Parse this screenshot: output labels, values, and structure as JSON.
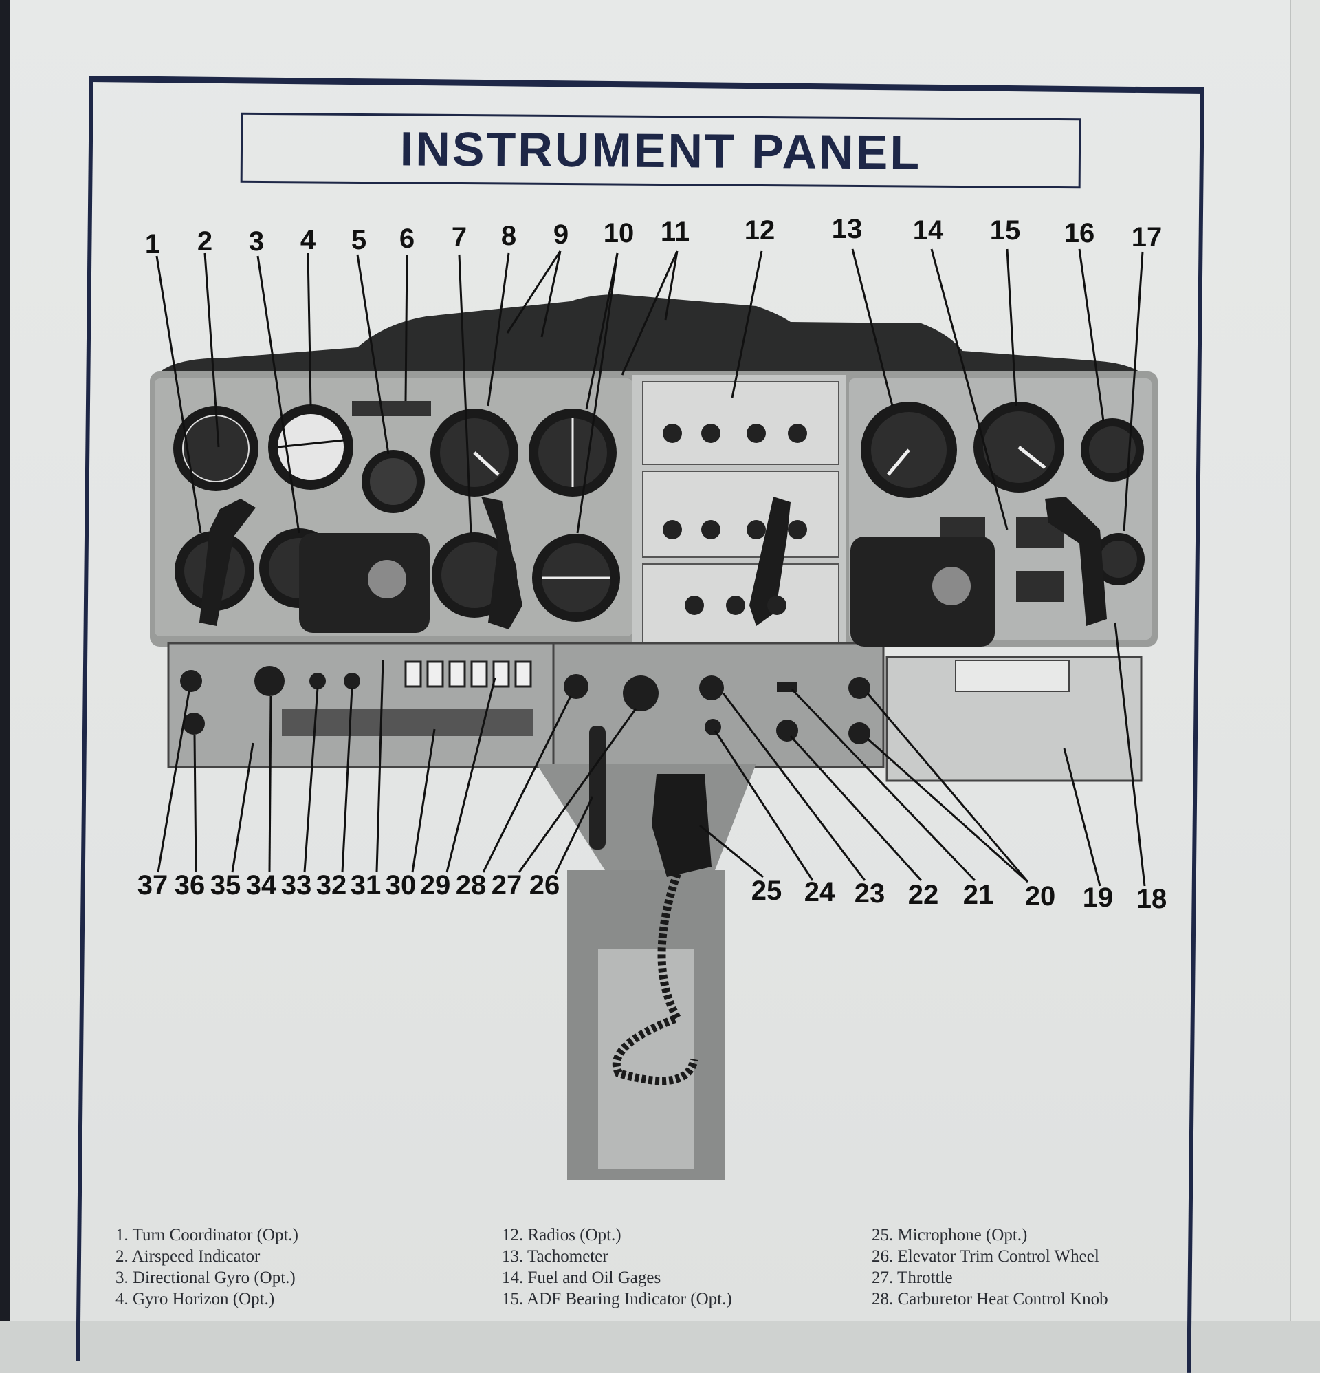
{
  "title": "INSTRUMENT PANEL",
  "callouts": {
    "n1": "1",
    "n2": "2",
    "n3": "3",
    "n4": "4",
    "n5": "5",
    "n6": "6",
    "n7": "7",
    "n8": "8",
    "n9": "9",
    "n10": "10",
    "n11": "11",
    "n12": "12",
    "n13": "13",
    "n14": "14",
    "n15": "15",
    "n16": "16",
    "n17": "17",
    "n18": "18",
    "n19": "19",
    "n20": "20",
    "n21": "21",
    "n22": "22",
    "n23": "23",
    "n24": "24",
    "n25": "25",
    "n26": "26",
    "n27": "27",
    "n28": "28",
    "n29": "29",
    "n30": "30",
    "n31": "31",
    "n32": "32",
    "n33": "33",
    "n34": "34",
    "n35": "35",
    "n36": "36",
    "n37": "37"
  },
  "legend": {
    "col1": [
      "1. Turn Coordinator (Opt.)",
      "2. Airspeed Indicator",
      "3. Directional Gyro (Opt.)",
      "4. Gyro Horizon (Opt.)"
    ],
    "col2": [
      "12. Radios (Opt.)",
      "13. Tachometer",
      "14. Fuel and Oil Gages",
      "15. ADF Bearing Indicator (Opt.)"
    ],
    "col3": [
      "25. Microphone (Opt.)",
      "26. Elevator Trim Control Wheel",
      "27. Throttle",
      "28. Carburetor Heat Control Knob"
    ]
  }
}
